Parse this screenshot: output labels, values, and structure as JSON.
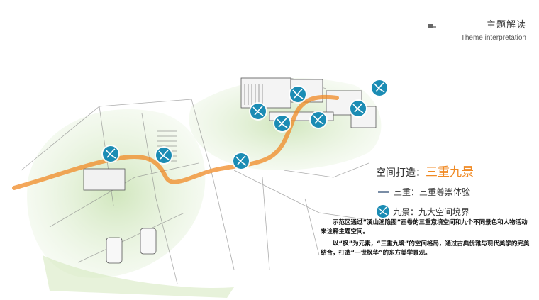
{
  "header": {
    "title": "主题解读",
    "subtitle": "Theme interpretation"
  },
  "legend": {
    "heading_prefix": "空间打造：",
    "heading_accent": "三重九景",
    "row1": "三重：三重尊崇体验",
    "row2": "九景：九大空间境界"
  },
  "description": {
    "p1": "示范区通过“溪山渔隐图”画卷的三重意境空间和九个不同景色和人物活动来诠释主题空间。",
    "p2": "以“枫”为元素，“三重九境”的空间格局，通过古典优雅与现代美学的完美结合，打造“一世枫华”的东方美学景观。"
  },
  "colors": {
    "accent": "#f08a24",
    "marker": "#1b8cb4",
    "green_wash": "#b8d99a"
  },
  "markers": [
    {
      "name": "scene-marker-1"
    },
    {
      "name": "scene-marker-2"
    },
    {
      "name": "scene-marker-3"
    },
    {
      "name": "scene-marker-4"
    },
    {
      "name": "scene-marker-5"
    },
    {
      "name": "scene-marker-6"
    },
    {
      "name": "scene-marker-7"
    },
    {
      "name": "scene-marker-8"
    },
    {
      "name": "scene-marker-9"
    }
  ]
}
